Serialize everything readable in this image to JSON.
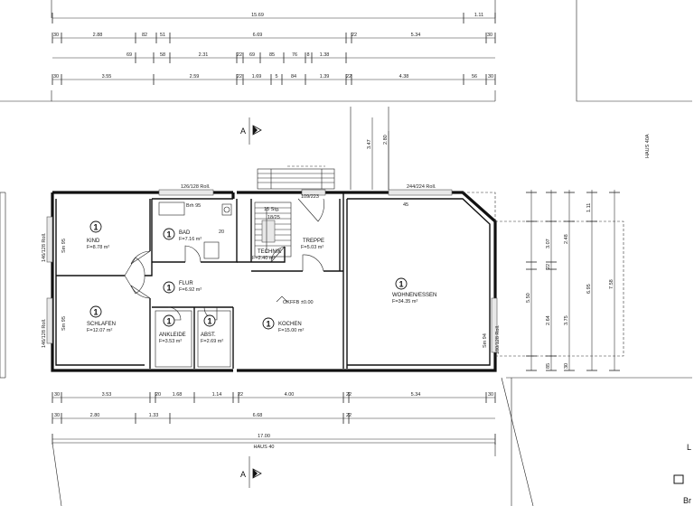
{
  "top_dimensions": {
    "row1": [
      "15.69",
      "1.11"
    ],
    "row2": [
      "30",
      "2.88",
      "82",
      "51",
      "6.69",
      "22",
      "5.34",
      "30"
    ],
    "row3": [
      "69",
      "58",
      "2.31",
      "22",
      "69",
      "85",
      "76",
      "8",
      "1.38"
    ],
    "row4": [
      "30",
      "3.55",
      "2.59",
      "22",
      "1.69",
      "5",
      "84",
      "1.39",
      "22",
      "4.38",
      "56",
      "30"
    ]
  },
  "bottom_dimensions": {
    "row1": [
      "30",
      "3.53",
      "20",
      "1.68",
      "1.14",
      "22",
      "4.00",
      "22",
      "5.34",
      "30"
    ],
    "row2": [
      "30",
      "2.80",
      "1.33",
      "6.68",
      "22"
    ],
    "total": "17.00",
    "total_label": "HAUS 40"
  },
  "right_dimensions": {
    "col1": [
      "3.07",
      "22",
      "2.64",
      "85"
    ],
    "col2": [
      "2.48",
      "3.75",
      "30"
    ],
    "col3": [
      "5.50"
    ],
    "col4": [
      "1.11",
      "6.95"
    ],
    "col5": [
      "7.58"
    ]
  },
  "stair_dims": [
    "3.47",
    "2.80"
  ],
  "section_label": "A",
  "haus_label": "HAUS 40A",
  "window_labels": {
    "top_left": "126/128 Roll.",
    "top_mid": "109/223",
    "top_right": "244/224 Roll.",
    "left_top": "146/128 Roll.",
    "left_bottom": "146/128 Roll.",
    "right": "180/128 Roll.",
    "bad_window": "Brh 95"
  },
  "rooms": [
    {
      "id": "kind",
      "marker": "1",
      "name": "KIND",
      "area": "F=8.78 m²",
      "side_label": "Sm 95"
    },
    {
      "id": "schlafen",
      "marker": "1",
      "name": "SCHLAFEN",
      "area": "F=12.07 m²",
      "side_label": "Sm 95"
    },
    {
      "id": "bad",
      "marker": "1",
      "name": "BAD",
      "area": "F=7.16 m²"
    },
    {
      "id": "flur",
      "marker": "1",
      "name": "FLUR",
      "area": "F=6.92 m²"
    },
    {
      "id": "ankleide",
      "marker": "1",
      "name": "ANKLEIDE",
      "area": "F=3.53 m²"
    },
    {
      "id": "abst",
      "marker": "1",
      "name": "ABST.",
      "area": "F=2.69 m²"
    },
    {
      "id": "technik",
      "marker": "",
      "name": "TECHNIK",
      "area": "F=2.40 m²"
    },
    {
      "id": "treppe",
      "marker": "",
      "name": "TREPPE",
      "area": "F=5.03 m²"
    },
    {
      "id": "kochen",
      "marker": "1",
      "name": "KOCHEN",
      "area": "F=15.00 m²"
    },
    {
      "id": "wohnen",
      "marker": "1",
      "name": "WOHNEN/ESSEN",
      "area": "F=34.35 m²",
      "side_label": "Sm 94"
    }
  ],
  "stair_text": {
    "steps": "15 Stg.",
    "ratio": "18/25"
  },
  "okffb": "OKFFB ±0.00",
  "misc": {
    "bad_num": "20",
    "wall_num": "45"
  },
  "right_edge_text": [
    "L",
    "Br"
  ]
}
